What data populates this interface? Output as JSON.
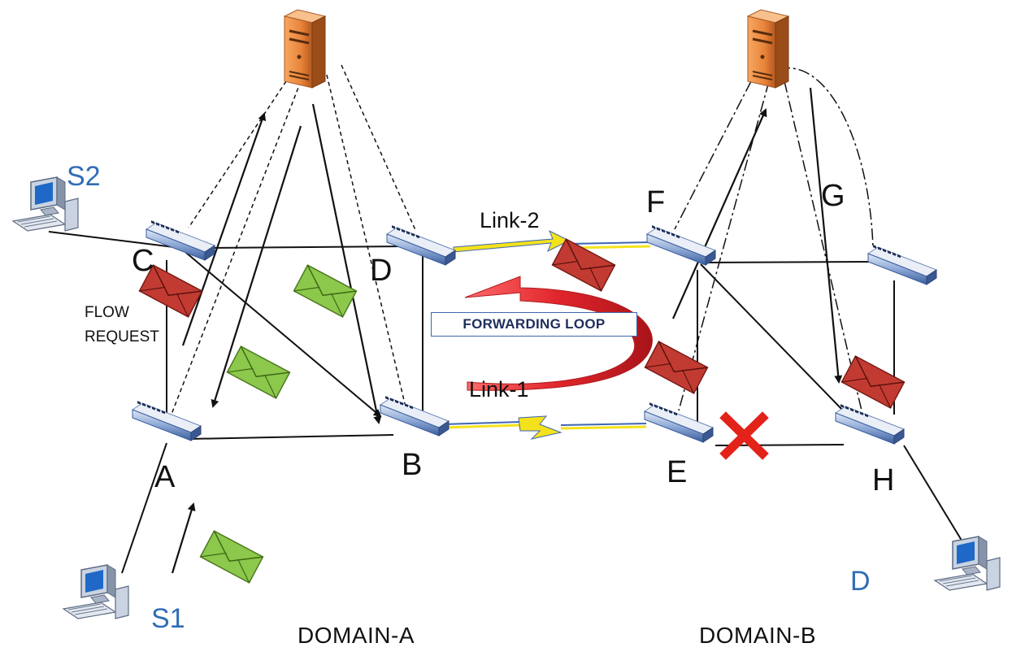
{
  "labels": {
    "s1": "S1",
    "s2": "S2",
    "d": "D",
    "node_a": "A",
    "node_b": "B",
    "node_c": "C",
    "node_d": "D",
    "node_e": "E",
    "node_f": "F",
    "node_g": "G",
    "node_h": "H",
    "link1": "Link-1",
    "link2": "Link-2",
    "forwarding_loop": "FORWARDING LOOP",
    "flow_request_line1": "FLOW",
    "flow_request_line2": "REQUEST",
    "domain_a": "DOMAIN-A",
    "domain_b": "DOMAIN-B"
  },
  "colors": {
    "switch_body": "#5b7fc0",
    "server_body": "#e8843a",
    "envelope_red": "#c23b32",
    "envelope_green": "#8cc84b",
    "loop_arrow": "#e0252b",
    "link_zigzag": "#f4e21c",
    "label_blue": "#2f6db5",
    "failure_mark": "#e32219"
  },
  "icons": [
    "server-icon",
    "switch-icon",
    "computer-icon",
    "envelope-icon",
    "failure-x-icon"
  ]
}
